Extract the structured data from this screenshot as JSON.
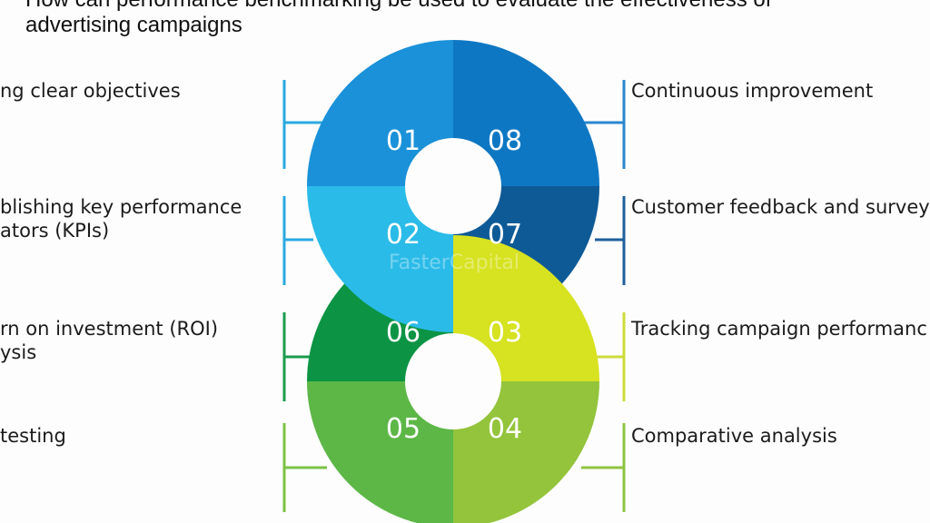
{
  "title_lines": [
    "How can performance benchmarking be used to evaluate the effectiveness of",
    "advertising campaigns"
  ],
  "watermark": "FasterCapital",
  "segments": [
    {
      "number": "01",
      "label_lines": [
        "ng clear objectives"
      ],
      "color": "#1a91d9"
    },
    {
      "number": "02",
      "label_lines": [
        "blishing key performance",
        "ators (KPIs)"
      ],
      "color": "#2bbbe8"
    },
    {
      "number": "03",
      "label_lines": [
        "Tracking campaign performanc"
      ],
      "color": "#d7e221"
    },
    {
      "number": "04",
      "label_lines": [
        "Comparative analysis"
      ],
      "color": "#93c43b"
    },
    {
      "number": "05",
      "label_lines": [
        "testing"
      ],
      "color": "#5cb747"
    },
    {
      "number": "06",
      "label_lines": [
        "rn on investment (ROI)",
        "ysis"
      ],
      "color": "#0c9444"
    },
    {
      "number": "07",
      "label_lines": [
        "Customer feedback and survey"
      ],
      "color": "#0e5a97"
    },
    {
      "number": "08",
      "label_lines": [
        "Continuous improvement"
      ],
      "color": "#0e77c3"
    }
  ],
  "colors": {
    "bracket_blue": "#2aa9e0",
    "bracket_green": "#7cc242",
    "bracket_lime": "#cddc39"
  }
}
